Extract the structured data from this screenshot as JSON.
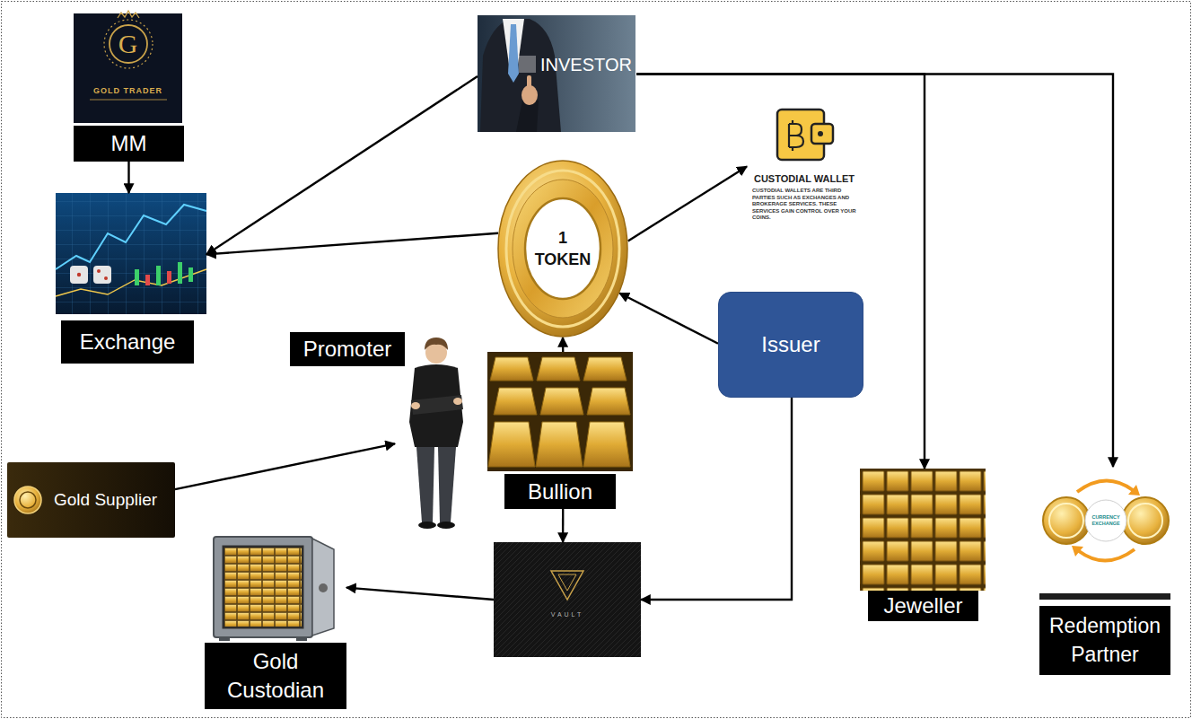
{
  "diagram": {
    "nodes": [
      {
        "text": [
          "G",
          "GOLD TRADER",
          "MM"
        ]
      },
      {
        "text": [
          "INVESTOR"
        ]
      },
      {
        "text": [
          "CUSTODIAL WALLET",
          "CUSTODIAL WALLETS ARE THIRD PARTIES SUCH AS EXCHANGES AND BROKERAGE SERVICES. THESE SERVICES GAIN CONTROL OVER YOUR COINS."
        ]
      },
      {
        "text": [
          "Exchange"
        ]
      },
      {
        "text": [
          "1 TOKEN"
        ]
      },
      {
        "text": [
          "Promoter"
        ]
      },
      {
        "text": [
          "Issuer"
        ]
      },
      {
        "text": [
          "Bullion"
        ]
      },
      {
        "text": [
          "Gold Supplier"
        ]
      },
      {
        "text": [
          "VAULT"
        ]
      },
      {
        "text": [
          "Jeweller"
        ]
      },
      {
        "text": [
          "CURRENCY EXCHANGE",
          "Redemption Partner"
        ]
      },
      {
        "text": [
          "Gold Custodian"
        ]
      }
    ],
    "edges": [
      {
        "from": 0,
        "to": 3,
        "arrow": "to"
      },
      {
        "from": 1,
        "to": 3,
        "arrow": "to"
      },
      {
        "from": 4,
        "to": 3,
        "arrow": "to"
      },
      {
        "from": 4,
        "to": 2,
        "arrow": "to"
      },
      {
        "from": 6,
        "to": 4,
        "arrow": "to"
      },
      {
        "from": 7,
        "to": 4,
        "arrow": "to"
      },
      {
        "from": 7,
        "to": 9,
        "arrow": "to"
      },
      {
        "from": 6,
        "to": 9,
        "arrow": "to"
      },
      {
        "from": 9,
        "to": 12,
        "arrow": "to"
      },
      {
        "from": 8,
        "to": 5,
        "arrow": "to"
      },
      {
        "from": 1,
        "to": 10,
        "arrow": "to"
      },
      {
        "from": 1,
        "to": 11,
        "arrow": "to"
      }
    ]
  }
}
